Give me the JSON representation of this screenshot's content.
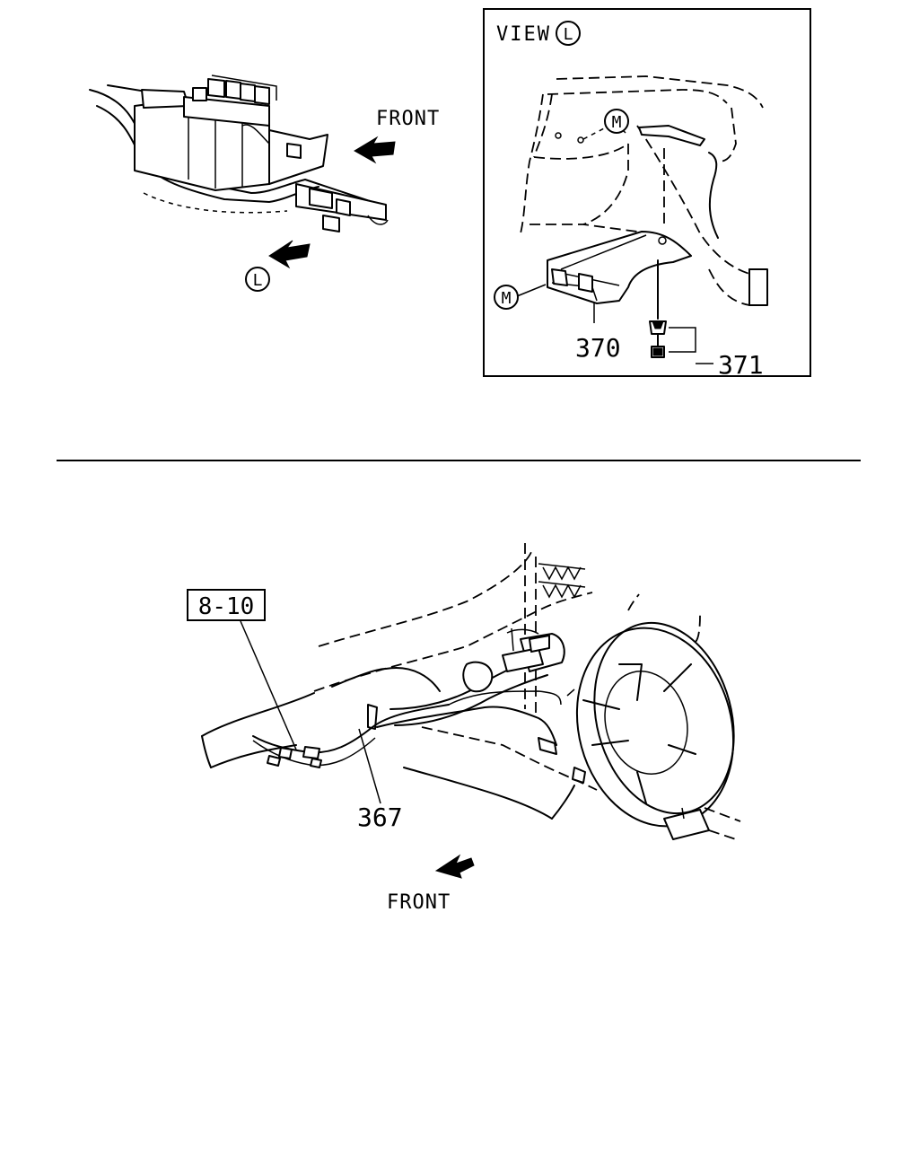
{
  "top_left": {
    "front_label": "FRONT",
    "view_marker": "L"
  },
  "view_box": {
    "title": "VIEW",
    "marker": "L",
    "callout_m_upper": "M",
    "callout_m_lower": "M",
    "part_370": "370",
    "part_371": "371"
  },
  "bottom": {
    "ref_box": "8-10",
    "part_367": "367",
    "front_label": "FRONT"
  }
}
